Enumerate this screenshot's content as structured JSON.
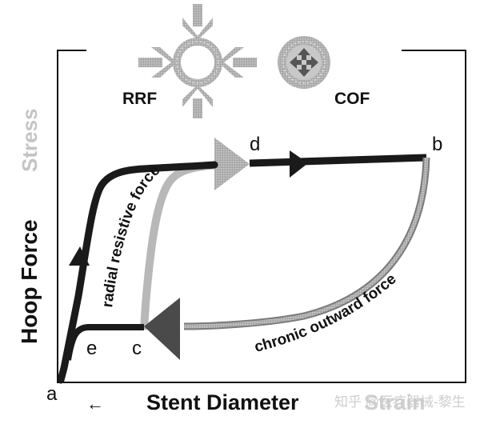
{
  "diagram": {
    "title": "Stent hysteresis: radial resistive force vs chronic outward force",
    "icons": {
      "rrf": {
        "label": "RRF",
        "icon": "compressed-stent-inward-arrows-icon"
      },
      "cof": {
        "label": "COF",
        "icon": "expanding-stent-outward-arrows-icon"
      }
    },
    "axes": {
      "y_label_primary": "Hoop Force",
      "y_label_secondary": "Stress",
      "x_label_primary": "Stent Diameter",
      "x_label_secondary": "Strain",
      "x_direction_arrow": "←"
    },
    "points": {
      "a": "a",
      "b": "b",
      "c": "c",
      "d": "d",
      "e": "e"
    },
    "curves": {
      "loading": "radial resistive force",
      "unloading": "chronic outward force"
    },
    "colors": {
      "dark": "#1a1a1a",
      "light_gray": "#b8b8b8",
      "mid_gray": "#8a8a8a",
      "dark_gray": "#555555",
      "secondary_text": "#bdbdbd"
    },
    "watermark": "知乎 @医疗器械-黎生"
  }
}
